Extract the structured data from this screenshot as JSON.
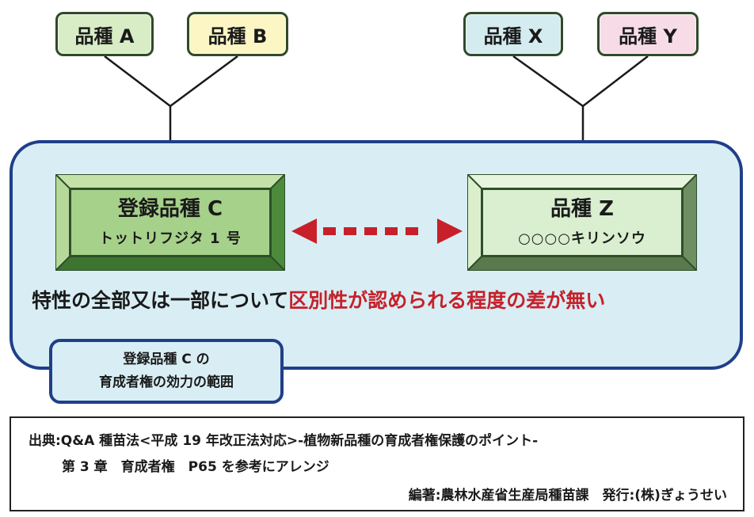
{
  "parents": {
    "a": "品種 A",
    "b": "品種 B",
    "x": "品種 X",
    "y": "品種 Y"
  },
  "variety_c": {
    "title": "登録品種 C",
    "name": "トットリフジタ 1 号"
  },
  "variety_z": {
    "title": "品種 Z",
    "name": "○○○○キリンソウ"
  },
  "statement": {
    "prefix": "特性の全部又は一部について",
    "highlight": "区別性が認められる程度の差が無い"
  },
  "scope_box": {
    "line1": "登録品種 C の",
    "line2": "育成者権の効力の範囲"
  },
  "source": {
    "line1": "出典:Q&A 種苗法<平成 19 年改正法対応>-植物新品種の育成者権保護のポイント-",
    "line2": "第 3 章　育成者権　P65 を参考にアレンジ",
    "line3": "編著:農林水産省生産局種苗課　発行:(株)ぎょうせい"
  },
  "colors": {
    "zone_border": "#1f3f8a",
    "zone_fill": "#d8eef4",
    "variety_c_fill": "#a6d18a",
    "variety_z_fill": "#d9efcf",
    "arrow": "#c7202a",
    "highlight_text": "#c7202a"
  }
}
